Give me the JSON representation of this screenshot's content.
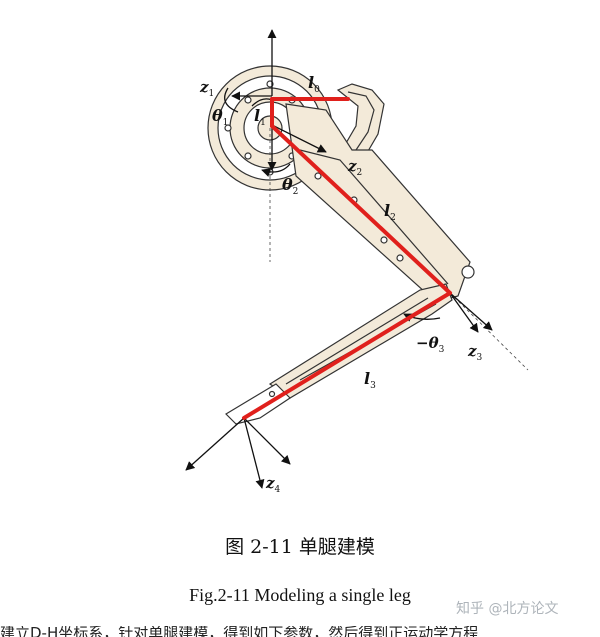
{
  "figure": {
    "labels": {
      "z1": "z",
      "z1_sub": "1",
      "theta1": "θ",
      "theta1_sub": "1",
      "l0": "l",
      "l0_sub": "0",
      "l1": "l",
      "l1_sub": "1",
      "z2": "z",
      "z2_sub": "2",
      "theta2": "θ",
      "theta2_sub": "2",
      "l2": "l",
      "l2_sub": "2",
      "theta3": "−θ",
      "theta3_sub": "3",
      "z3": "z",
      "z3_sub": "3",
      "l3": "l",
      "l3_sub": "3",
      "z4": "z",
      "z4_sub": "4"
    },
    "colors": {
      "link": "#e0201c",
      "outline": "#333333",
      "fill": "#f3ead9",
      "arrow": "#111111"
    }
  },
  "caption_cn": "图 2-11  单腿建模",
  "caption_en": "Fig.2-11 Modeling a single leg",
  "watermark": "知乎 @北方论文",
  "bottom_text": "建立D-H坐标系，针对单腿建模，得到如下参数，然后得到正运动学方程"
}
